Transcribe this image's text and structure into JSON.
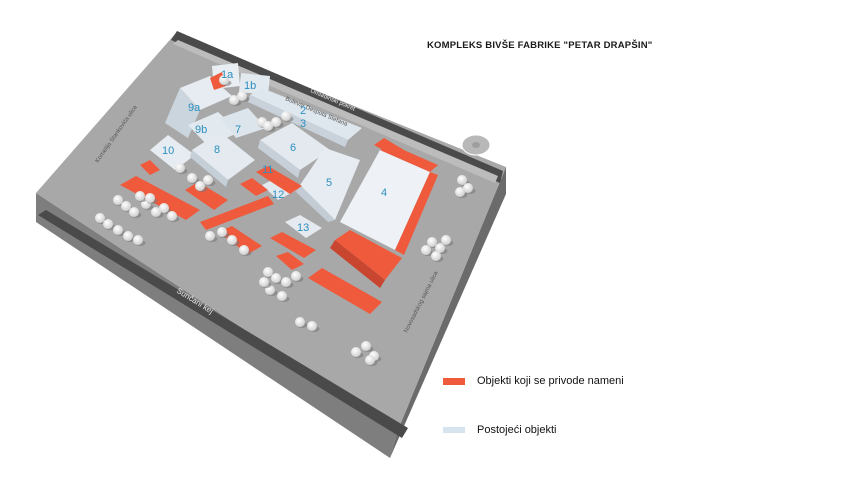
{
  "title": "KOMPLEKS BIVŠE FABRIKE \"PETAR DRAPŠIN\"",
  "colors": {
    "highlight": "#ef5a3c",
    "existing": "#d6e4ef",
    "road": "#4a4a4a",
    "ground": "#a6a6a6",
    "label": "#2c8fbf"
  },
  "streets": [
    {
      "id": "street-top",
      "label": "Omladinski pokret"
    },
    {
      "id": "street-boulevard",
      "label": "Bulevar Despota Stefana"
    },
    {
      "id": "street-left",
      "label": "Kornelija Stankovića ulica"
    },
    {
      "id": "street-right",
      "label": "Novosadskog sajma ulica"
    },
    {
      "id": "street-bottom",
      "label": "Sunčani kej"
    }
  ],
  "building_labels": [
    "1a",
    "1b",
    "2",
    "3",
    "4",
    "5",
    "6",
    "7",
    "8",
    "9a",
    "9b",
    "10",
    "11",
    "12",
    "13"
  ],
  "legend": [
    {
      "label": "Objekti koji se privode nameni",
      "color": "#ef5a3c"
    },
    {
      "label": "Postojeći objekti",
      "color": "#d6e4ef"
    }
  ]
}
